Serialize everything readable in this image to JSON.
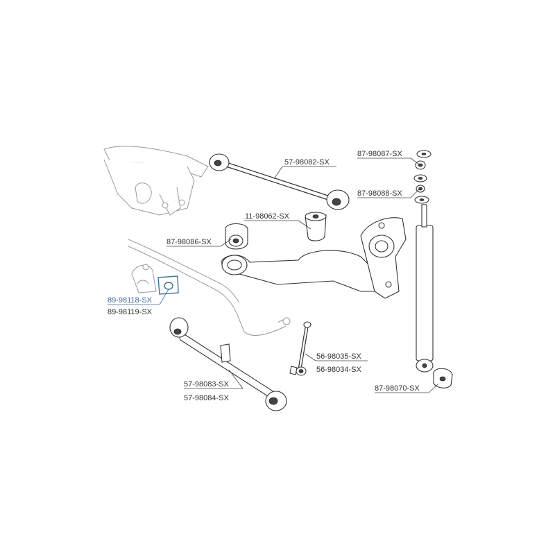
{
  "diagram": {
    "parts": [
      {
        "id": "p1",
        "number": "57-98082-SX",
        "highlight": false
      },
      {
        "id": "p2",
        "number": "87-98087-SX",
        "highlight": false
      },
      {
        "id": "p3",
        "number": "87-98088-SX",
        "highlight": false
      },
      {
        "id": "p4",
        "number": "11-98062-SX",
        "highlight": false
      },
      {
        "id": "p5",
        "number": "87-98086-SX",
        "highlight": false
      },
      {
        "id": "p6",
        "number": "89-98118-SX",
        "highlight": true
      },
      {
        "id": "p7",
        "number": "89-98119-SX",
        "highlight": false
      },
      {
        "id": "p8",
        "number": "56-98035-SX",
        "highlight": false
      },
      {
        "id": "p9",
        "number": "56-98034-SX",
        "highlight": false
      },
      {
        "id": "p10",
        "number": "57-98083-SX",
        "highlight": false
      },
      {
        "id": "p11",
        "number": "57-98084-SX",
        "highlight": false
      },
      {
        "id": "p12",
        "number": "87-98070-SX",
        "highlight": false
      }
    ],
    "colors": {
      "highlight": "#3b6ea5",
      "ink": "#333333"
    }
  }
}
